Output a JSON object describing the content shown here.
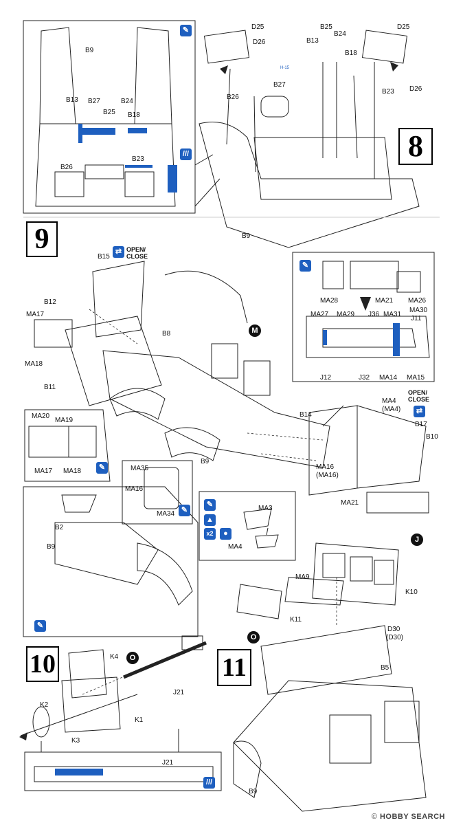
{
  "steps": {
    "s8": "8",
    "s9": "9",
    "s10": "10",
    "s11": "11"
  },
  "labels": {
    "B9a": "B9",
    "B13a": "B13",
    "B27a": "B27",
    "B24a": "B24",
    "B25a": "B25",
    "B18a": "B18",
    "B26a": "B26",
    "B23a": "B23",
    "D25a": "D25",
    "D26a": "D26",
    "B13b": "B13",
    "B25b": "B25",
    "B24b": "B24",
    "D25b": "D25",
    "B18b": "B18",
    "D26b": "D26",
    "B27b": "B27",
    "B26b": "B26",
    "B23b": "B23",
    "B9b": "B9",
    "B15": "B15",
    "B12": "B12",
    "MA17a": "MA17",
    "MA18a": "MA18",
    "B11": "B11",
    "B8": "B8",
    "MA20": "MA20",
    "MA19": "MA19",
    "MA17b": "MA17",
    "MA18b": "MA18",
    "MA28": "MA28",
    "MA21a": "MA21",
    "MA26": "MA26",
    "MA27": "MA27",
    "MA29": "MA29",
    "J36": "J36",
    "MA31": "MA31",
    "MA30": "MA30",
    "J11": "J11",
    "J12": "J12",
    "J32": "J32",
    "MA14": "MA14",
    "MA15": "MA15",
    "MA4a": "MA4",
    "MA4paren": "(MA4)",
    "B17": "B17",
    "B14": "B14",
    "B10": "B10",
    "MA16a": "MA16",
    "MA16paren": "(MA16)",
    "MA21b": "MA21",
    "B9c": "B9",
    "MA35": "MA35",
    "MA16b": "MA16",
    "MA34": "MA34",
    "MA3": "MA3",
    "MA4b": "MA4",
    "B2": "B2",
    "B9d": "B9",
    "MA9": "MA9",
    "K10": "K10",
    "K11": "K11",
    "D30": "D30",
    "D30paren": "(D30)",
    "B5": "B5",
    "B9e": "B9",
    "K4": "K4",
    "J21a": "J21",
    "K2": "K2",
    "K1": "K1",
    "K3": "K3",
    "J21b": "J21"
  },
  "openclose1": "OPEN/\nCLOSE",
  "openclose2": "OPEN/\nCLOSE",
  "circles": {
    "M": "M",
    "J": "J",
    "O1": "O",
    "O2": "O"
  },
  "x2": "x2",
  "hint_small": "H-15",
  "watermark": {
    "brand": "HOBBY SEARCH",
    "mark": "© "
  },
  "colors": {
    "accent": "#1e5fbf",
    "line": "#222222"
  },
  "icons": [
    "paint-icon",
    "glue-icon",
    "open-close-icon",
    "up-icon",
    "drop-icon"
  ]
}
